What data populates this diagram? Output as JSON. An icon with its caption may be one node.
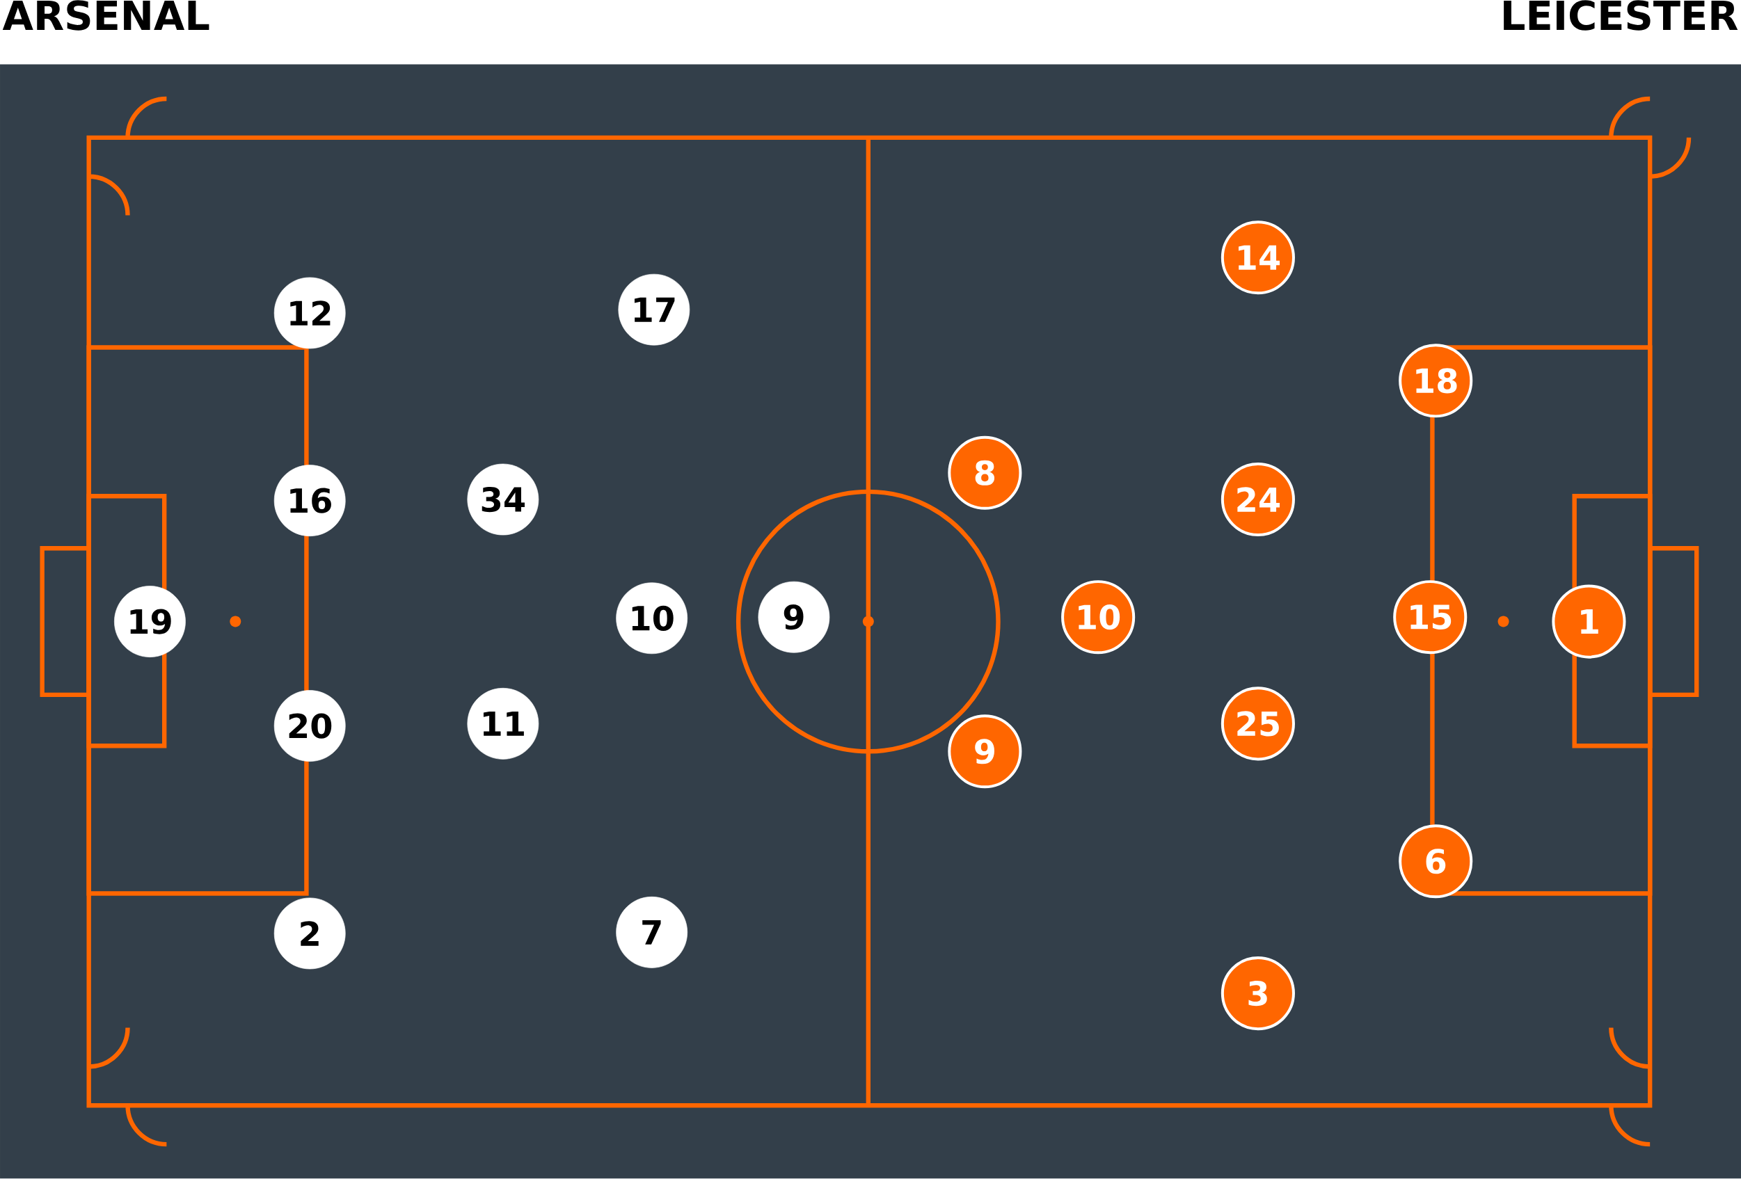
{
  "diagram": {
    "labels": [
      "ARSENAL",
      "LEICESTER"
    ],
    "nodes": [
      {
        "text": [
          "19"
        ]
      },
      {
        "text": [
          "12"
        ]
      },
      {
        "text": [
          "16"
        ]
      },
      {
        "text": [
          "20"
        ]
      },
      {
        "text": [
          "2"
        ]
      },
      {
        "text": [
          "34"
        ]
      },
      {
        "text": [
          "11"
        ]
      },
      {
        "text": [
          "17"
        ]
      },
      {
        "text": [
          "10"
        ]
      },
      {
        "text": [
          "7"
        ]
      },
      {
        "text": [
          "9"
        ]
      },
      {
        "text": [
          "8"
        ]
      },
      {
        "text": [
          "10"
        ]
      },
      {
        "text": [
          "9"
        ]
      },
      {
        "text": [
          "14"
        ]
      },
      {
        "text": [
          "24"
        ]
      },
      {
        "text": [
          "25"
        ]
      },
      {
        "text": [
          "3"
        ]
      },
      {
        "text": [
          "18"
        ]
      },
      {
        "text": [
          "15"
        ]
      },
      {
        "text": [
          "6"
        ]
      },
      {
        "text": [
          "1"
        ]
      }
    ]
  }
}
